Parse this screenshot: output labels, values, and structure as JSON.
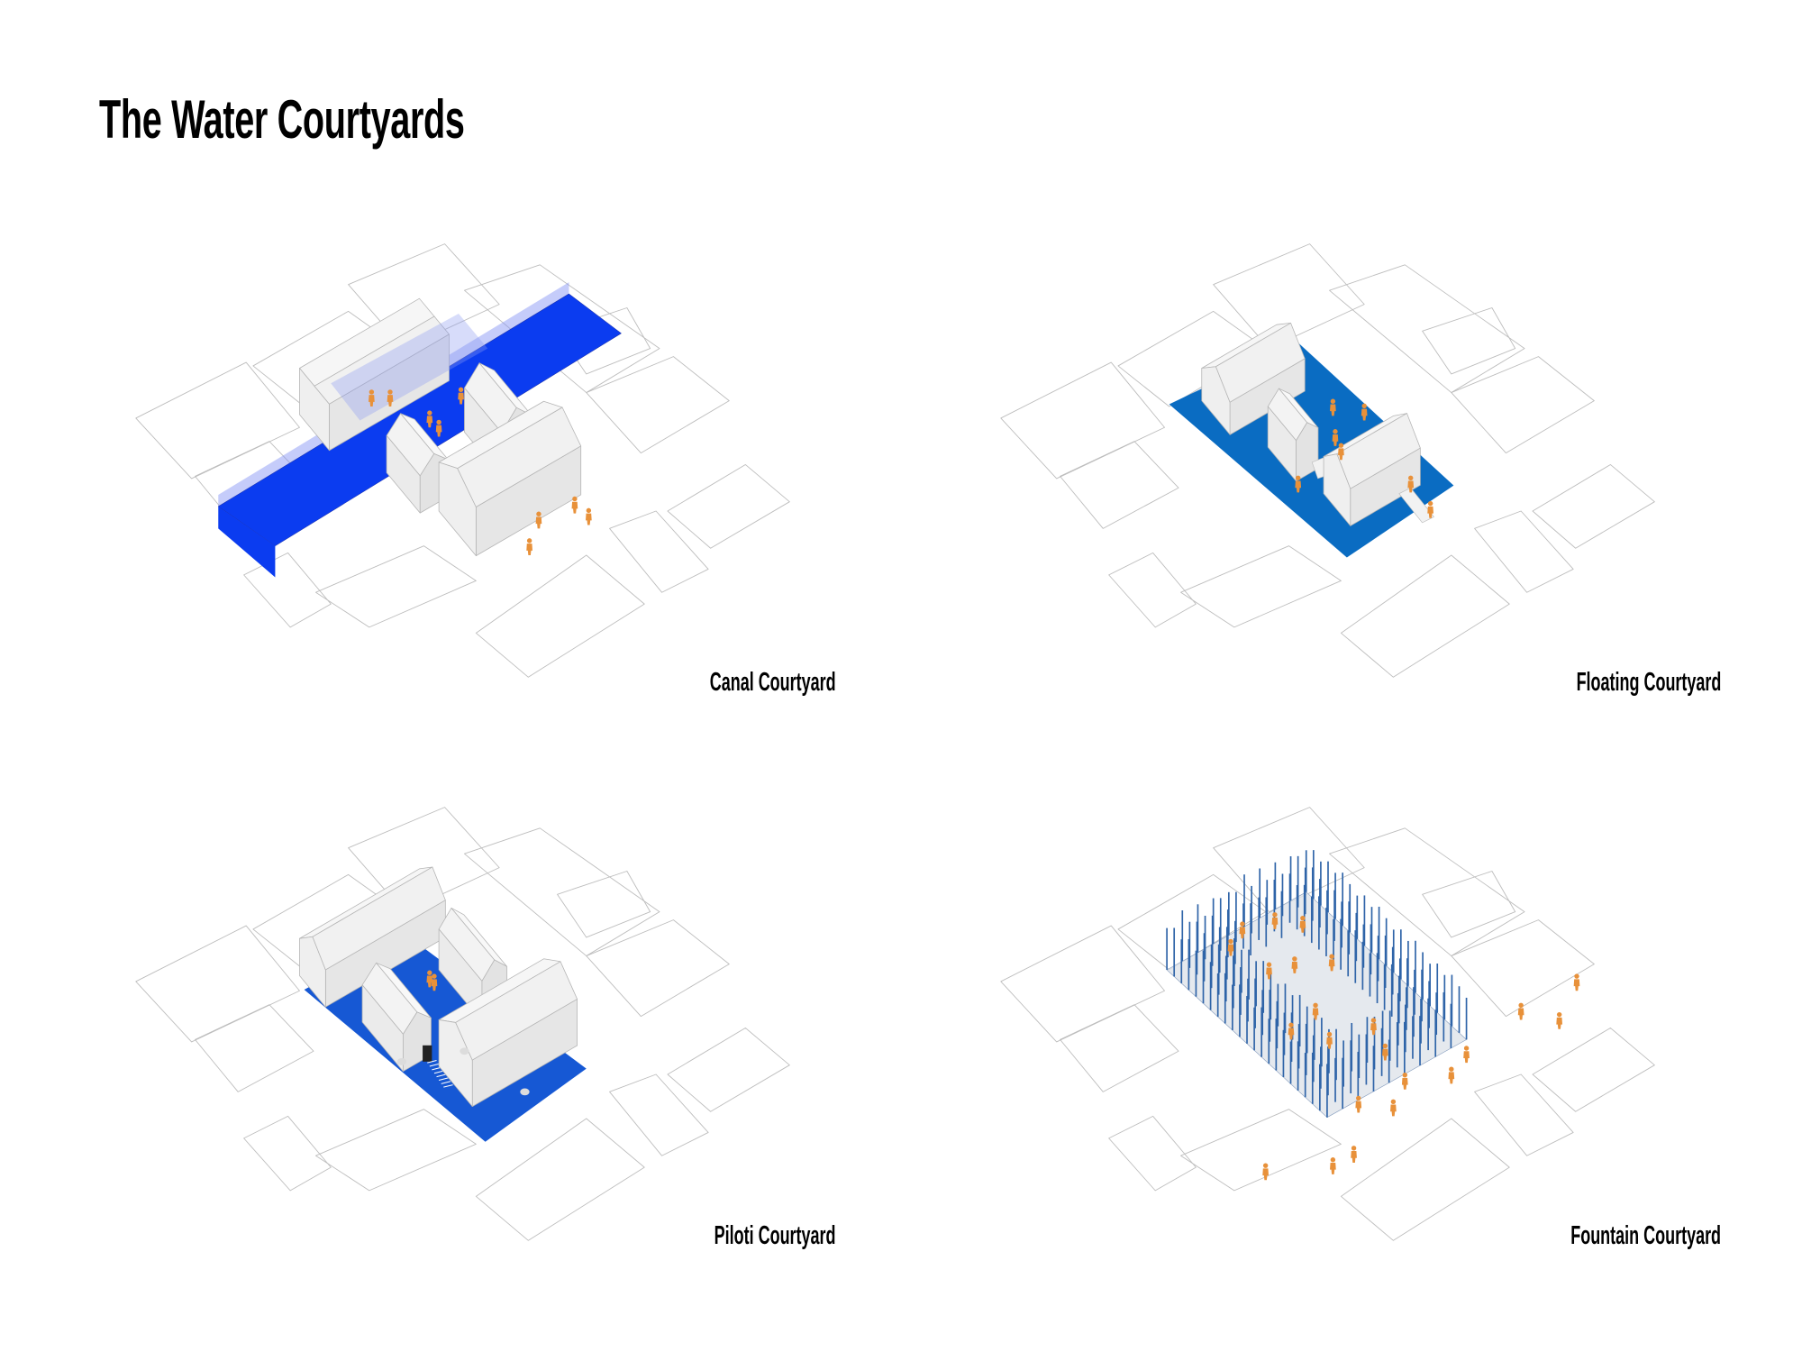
{
  "title": "The Water Courtyards",
  "panels": [
    {
      "id": "canal",
      "label": "Canal Courtyard",
      "water_color": "#0b3cf0"
    },
    {
      "id": "floating",
      "label": "Floating Courtyard",
      "water_color": "#0a6cc2"
    },
    {
      "id": "piloti",
      "label": "Piloti Courtyard",
      "water_color": "#1658d4"
    },
    {
      "id": "fountain",
      "label": "Fountain Courtyard",
      "water_color": "#2f64a8"
    }
  ],
  "colors": {
    "people": "#e8913a",
    "context_line": "#bdbdbd",
    "building": "#eeeeee"
  }
}
